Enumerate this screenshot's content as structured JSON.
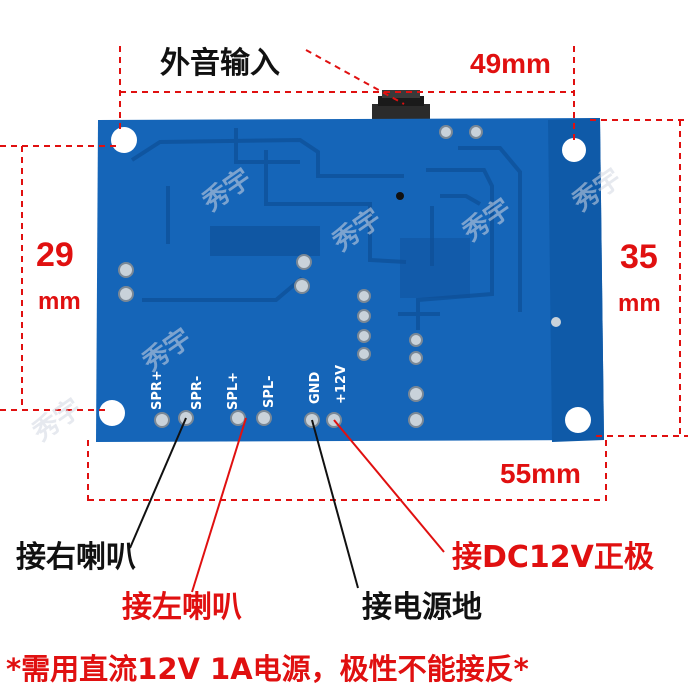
{
  "labels": {
    "ext_audio_in": "外音输入",
    "right_speaker": "接右喇叭",
    "left_speaker": "接左喇叭",
    "power_ground": "接电源地",
    "dc12v_positive": "接DC12V正极",
    "warning": "*需用直流12V 1A电源，极性不能接反*"
  },
  "dimensions": {
    "top_width": "49mm",
    "bottom_width": "55mm",
    "left_height_value": "29",
    "left_height_unit": "mm",
    "right_height_value": "35",
    "right_height_unit": "mm"
  },
  "silkscreen": {
    "spr_plus": "SPR+",
    "spr_minus": "SPR-",
    "spl_plus": "SPL+",
    "spl_minus": "SPL-",
    "gnd": "GND",
    "v12": "+12V"
  },
  "watermark": "秀宇",
  "colors": {
    "pcb": "#1565b8",
    "trace": "#0f55a0",
    "annotation": "#e01010",
    "text": "#111111"
  }
}
